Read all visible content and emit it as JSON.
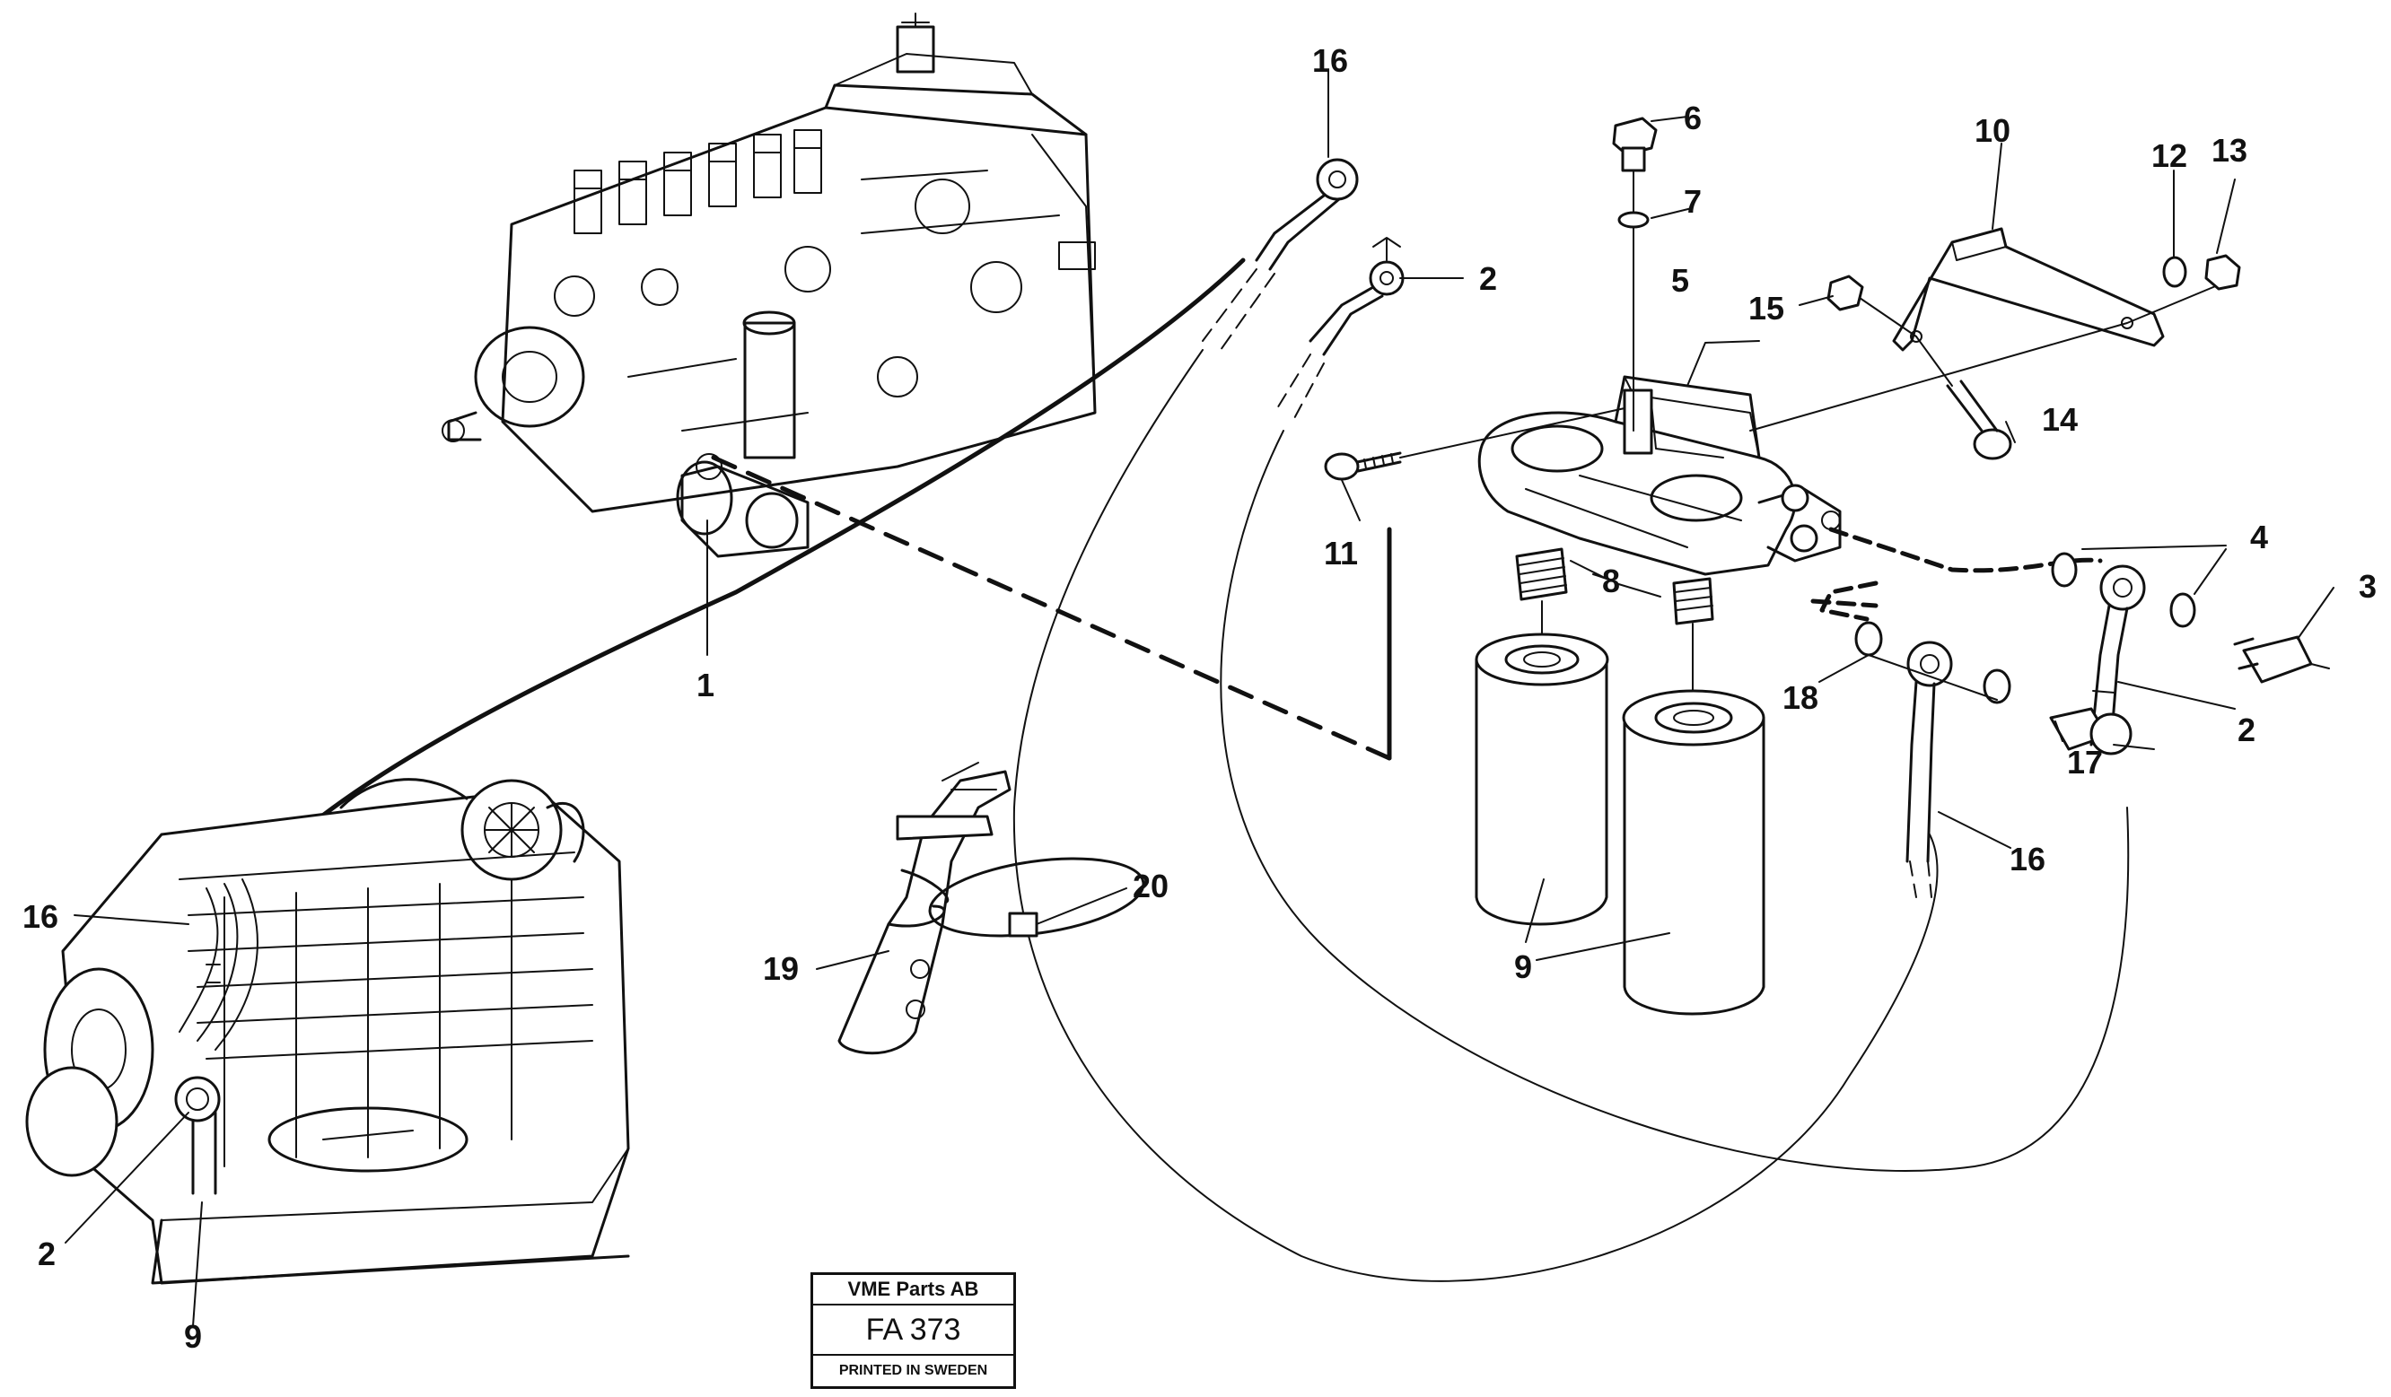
{
  "callouts": [
    "1",
    "2",
    "3",
    "4",
    "5",
    "6",
    "7",
    "8",
    "9",
    "10",
    "11",
    "12",
    "13",
    "14",
    "15",
    "16",
    "17",
    "18",
    "19",
    "20"
  ],
  "labels": {
    "p1": "1",
    "p2a": "2",
    "p2b": "2",
    "p2c": "2",
    "p3": "3",
    "p4": "4",
    "p5": "5",
    "p6": "6",
    "p7": "7",
    "p8": "8",
    "p9a": "9",
    "p9b": "9",
    "p10": "10",
    "p11": "11",
    "p12": "12",
    "p13": "13",
    "p14": "14",
    "p15": "15",
    "p16a": "16",
    "p16b": "16",
    "p16c": "16",
    "p17": "17",
    "p18": "18",
    "p19": "19",
    "p20": "20"
  },
  "titleblock": {
    "company": "VME Parts AB",
    "code": "FA 373",
    "printed": "PRINTED IN SWEDEN"
  }
}
